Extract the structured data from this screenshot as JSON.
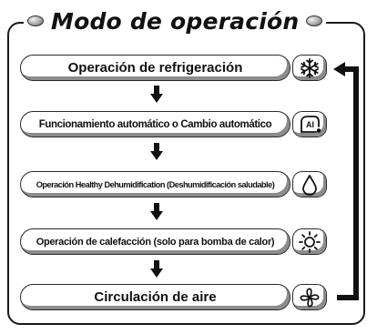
{
  "title": "Modo de operación",
  "modes": [
    {
      "label": "Operación de refrigeración",
      "icon": "snowflake-icon"
    },
    {
      "label": "Funcionamiento automático o Cambio automático",
      "icon": "ai-icon"
    },
    {
      "label": "Operación Healthy Dehumidification (Deshumidificación saludable)",
      "icon": "water-drop-icon"
    },
    {
      "label": "Operación de calefacción (solo para bomba de calor)",
      "icon": "sun-icon"
    },
    {
      "label": "Circulación de aire",
      "icon": "fan-icon"
    }
  ],
  "ai_icon_text": "AI",
  "colors": {
    "border": "#1a1a1a",
    "shadow": "#8c8c8c",
    "text": "#111111"
  }
}
